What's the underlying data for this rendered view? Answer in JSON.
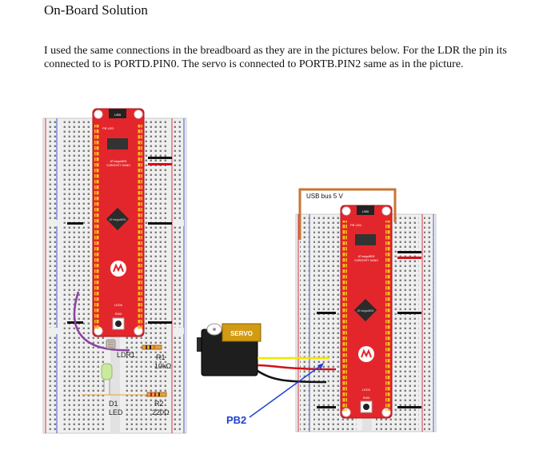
{
  "heading": "On-Board Solution",
  "paragraph": "I used the same connections in the breadboard as they are in the pictures below. For the LDR the pin its connected to is PORTD.PIN0. The servo is connected to PORTB.PIN2 same as in the picture.",
  "figure": {
    "board_labels": {
      "usb": "USB",
      "led": "PB LED",
      "chip": "ATmega4809",
      "product": "CURIOSITY NANO",
      "mcu": "ATmega4809",
      "power_led": "LED0",
      "switch": "SW0"
    },
    "left": {
      "ldr": "LDR1",
      "r1_name": "R1",
      "r1_value": "10kΩ",
      "d1_name": "D1",
      "d1_type": "LED",
      "r2_name": "R2",
      "r2_value": "220Ω"
    },
    "right": {
      "usb_bus": "USB bus 5 V",
      "servo": "SERVO",
      "pin_callout": "PB2"
    },
    "colors": {
      "board": "#e3262c",
      "usb_wire": "#c87533",
      "callout": "#1f3fd6",
      "jumper": "#8e3fa4",
      "servo_signal": "#f3e600",
      "servo_power": "#d3101a",
      "servo_ground": "#111111"
    }
  }
}
